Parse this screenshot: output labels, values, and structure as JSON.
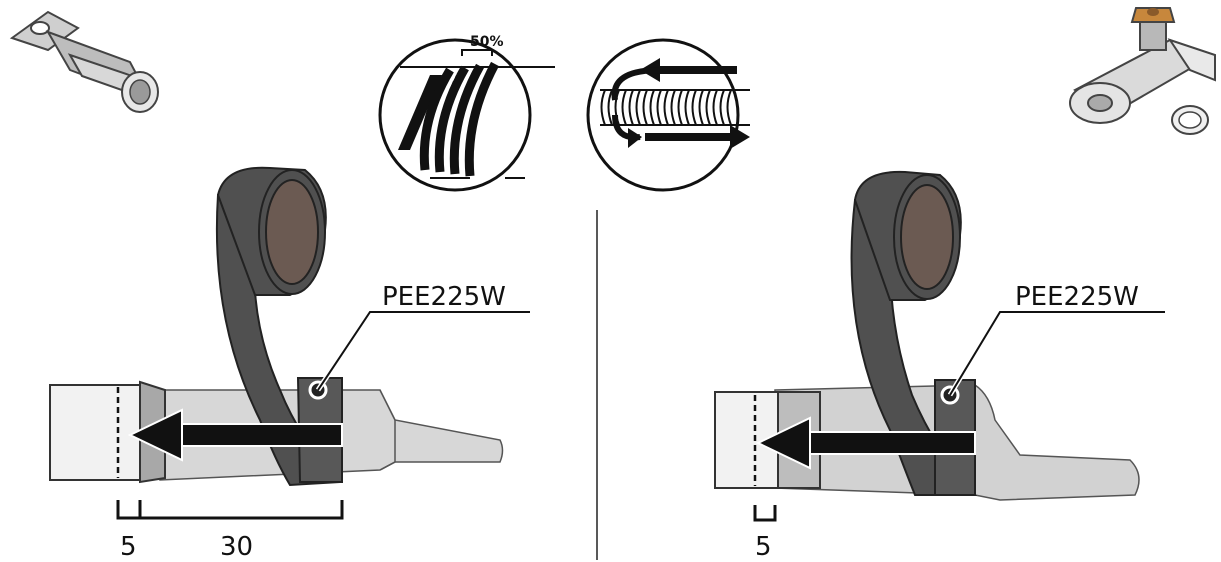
{
  "zoom_overlap": {
    "label": "50%"
  },
  "left_panel": {
    "tape_label": "PEE225W",
    "dim_small": "5",
    "dim_large": "30"
  },
  "right_panel": {
    "tape_label": "PEE225W",
    "dim_small": "5"
  },
  "colors": {
    "tape_dark": "#505050",
    "tape_roll_inner": "#6b5a52",
    "sleeve_light": "#e6e6e6",
    "lug_gray": "#c9c9c9",
    "arrow": "#111111"
  },
  "icons": {
    "left_lug": "cable-lug-icon",
    "right_lug": "bolted-lug-icon"
  }
}
